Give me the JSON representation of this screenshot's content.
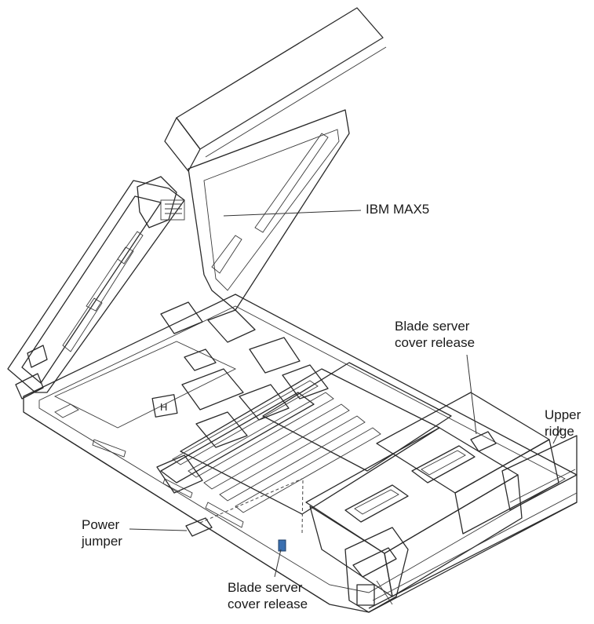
{
  "labels": {
    "max5": "IBM MAX5",
    "cover_release_top": [
      "Blade server",
      "cover release"
    ],
    "upper_ridge": [
      "Upper",
      "ridge"
    ],
    "power_jumper": [
      "Power",
      "jumper"
    ],
    "cover_release_bottom": [
      "Blade server",
      "cover release"
    ]
  }
}
